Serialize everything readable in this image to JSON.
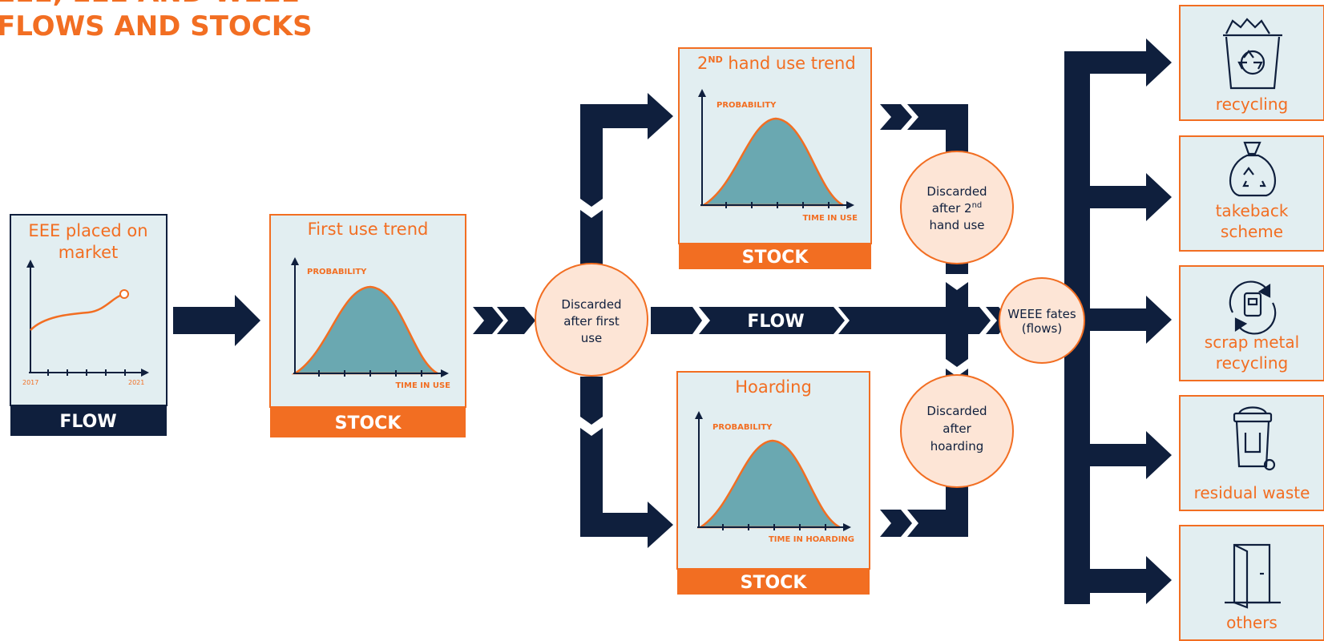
{
  "title": {
    "line1": "EEE, EEE AND WEEE",
    "line2": "FLOWS AND STOCKS"
  },
  "colors": {
    "navy": "#0f1f3d",
    "orange": "#f26e22",
    "panel": "#e2eef1",
    "teal": "#6aa8b1",
    "circle_fill": "#fde5d6"
  },
  "eee_card": {
    "title_line1": "EEE placed on",
    "title_line2": "market",
    "x_start": "2017",
    "x_end": "2021",
    "band": "FLOW"
  },
  "first_use_card": {
    "title": "First use trend",
    "y_label": "PROBABILITY",
    "x_label": "TIME IN USE",
    "band": "STOCK"
  },
  "second_hand_card": {
    "title_prefix": "2",
    "title_sup": "ND",
    "title_rest": " hand use trend",
    "y_label": "PROBABILITY",
    "x_label": "TIME IN USE",
    "band": "STOCK"
  },
  "hoarding_card": {
    "title": "Hoarding",
    "y_label": "PROBABILITY",
    "x_label": "TIME IN HOARDING",
    "band": "STOCK"
  },
  "circles": {
    "first_use": {
      "line1": "Discarded",
      "line2": "after first",
      "line3": "use"
    },
    "second_hand": {
      "line1": "Discarded",
      "line2_main": "after 2",
      "line2_sup": "nd",
      "line3": "hand use"
    },
    "hoarding": {
      "line1": "Discarded",
      "line2": "after",
      "line3": "hoarding"
    },
    "fates": {
      "line1": "WEEE fates",
      "line2": "(flows)"
    }
  },
  "flow_label": "FLOW",
  "fates": [
    {
      "line1": "recycling",
      "line2": "",
      "icon": "recycling-bin-icon"
    },
    {
      "line1": "takeback",
      "line2": "scheme",
      "icon": "takeback-bag-icon"
    },
    {
      "line1": "scrap metal",
      "line2": "recycling",
      "icon": "scrap-metal-icon"
    },
    {
      "line1": "residual waste",
      "line2": "",
      "icon": "residual-bin-icon"
    },
    {
      "line1": "others",
      "line2": "",
      "icon": "door-icon"
    }
  ]
}
